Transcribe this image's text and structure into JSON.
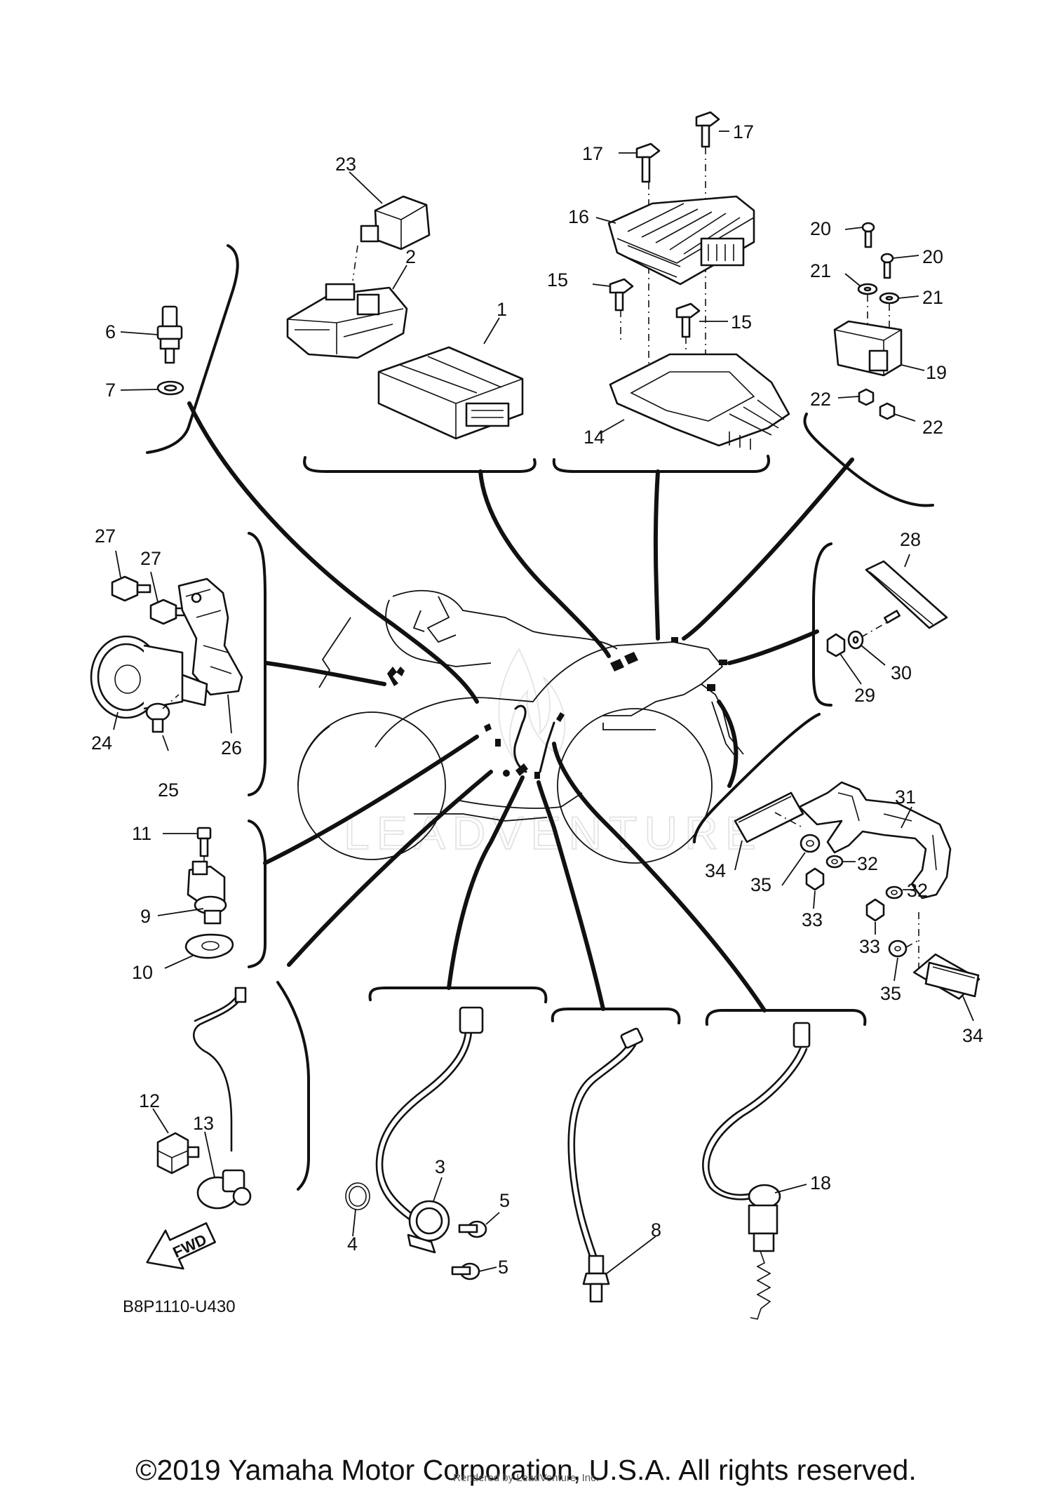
{
  "diagram_code": "B8P1110-U430",
  "fwd_label": "FWD",
  "watermark": "LEADVENTURE",
  "copyright": "©2019 Yamaha Motor Corporation, U.S.A. All rights reserved.",
  "rendered_by": "Rendered by LeadVenture, Inc.",
  "parts": {
    "p1": "1",
    "p2": "2",
    "p3": "3",
    "p4": "4",
    "p5a": "5",
    "p5b": "5",
    "p6": "6",
    "p7": "7",
    "p8": "8",
    "p9": "9",
    "p10": "10",
    "p11": "11",
    "p12": "12",
    "p13": "13",
    "p14": "14",
    "p15a": "15",
    "p15b": "15",
    "p16": "16",
    "p17a": "17",
    "p17b": "17",
    "p18": "18",
    "p19": "19",
    "p20a": "20",
    "p20b": "20",
    "p21a": "21",
    "p21b": "21",
    "p22a": "22",
    "p22b": "22",
    "p23": "23",
    "p24": "24",
    "p25": "25",
    "p26": "26",
    "p27a": "27",
    "p27b": "27",
    "p28": "28",
    "p29": "29",
    "p30": "30",
    "p31": "31",
    "p32a": "32",
    "p32b": "32",
    "p33a": "33",
    "p33b": "33",
    "p34a": "34",
    "p34b": "34",
    "p35a": "35",
    "p35b": "35"
  }
}
